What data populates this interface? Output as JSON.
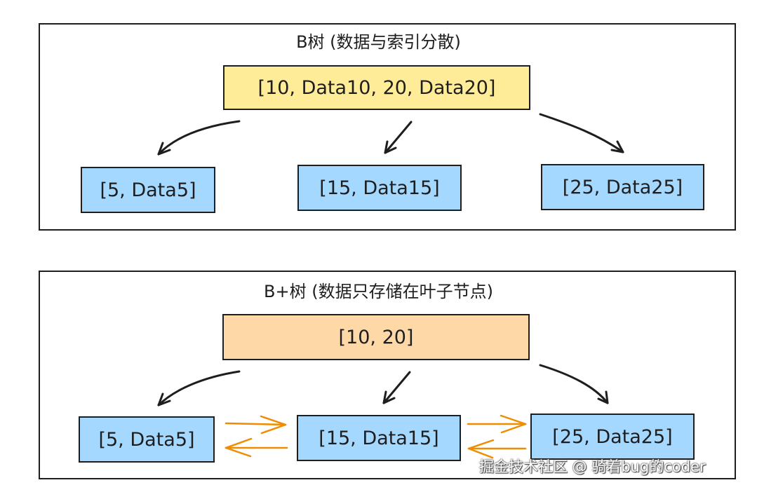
{
  "btree": {
    "title": "B树 (数据与索引分散)",
    "root": "[10, Data10, 20, Data20]",
    "leaves": [
      "[5, Data5]",
      "[15, Data15]",
      "[25, Data25]"
    ]
  },
  "bplus": {
    "title": "B+树 (数据只存储在叶子节点)",
    "root": "[10, 20]",
    "leaves": [
      "[5, Data5]",
      "[15, Data15]",
      "[25, Data25]"
    ]
  },
  "colors": {
    "btree_root": "#ffec99",
    "bplus_root": "#ffd8a8",
    "leaf": "#a5d8ff",
    "leaf_link_arrow": "#f08c00",
    "stroke": "#1e1e1e"
  },
  "watermark": "掘金技术社区 @ 骑着bug的coder"
}
